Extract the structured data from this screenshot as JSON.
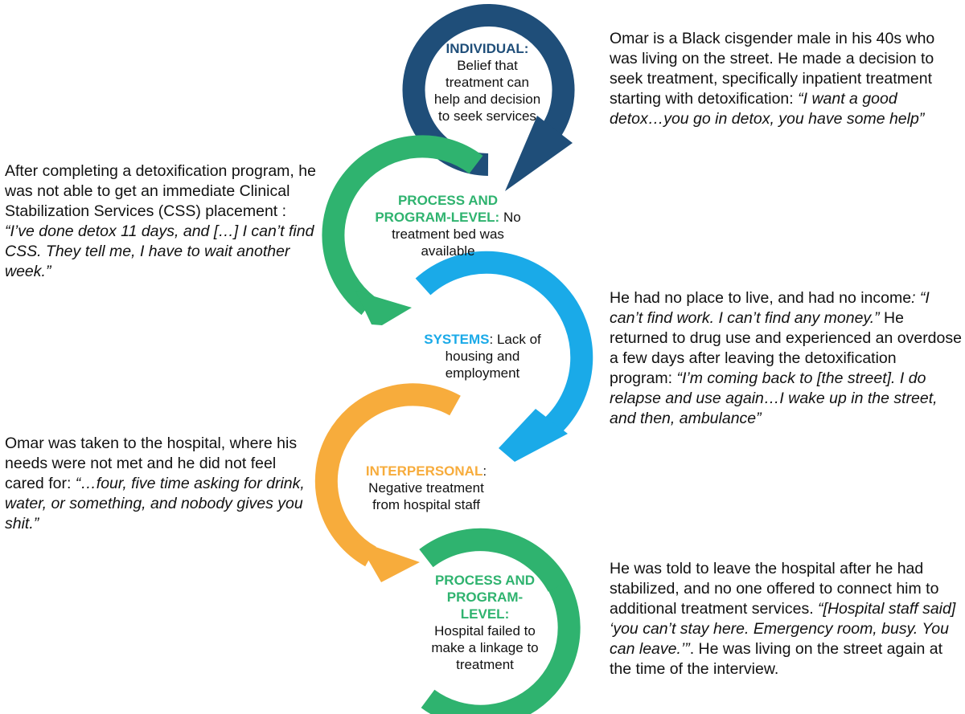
{
  "colors": {
    "individual": "#1F4E79",
    "process": "#2FB36F",
    "systems": "#1AAAE8",
    "interpersonal": "#F7AC3C"
  },
  "nodes": [
    {
      "label": "INDIVIDUAL",
      "sep": ":",
      "text": "Belief that treatment can help and decision to seek services",
      "color": "individual"
    },
    {
      "label": "PROCESS AND PROGRAM-LEVEL",
      "sep": ":",
      "text": "No treatment bed was available",
      "color": "process"
    },
    {
      "label": "SYSTEMS",
      "sep": ":",
      "text": "Lack of housing and employment",
      "color": "systems"
    },
    {
      "label": "INTERPERSONAL",
      "sep": ":",
      "text": "Negative treatment from hospital staff",
      "color": "interpersonal"
    },
    {
      "label": "PROCESS AND PROGRAM-LEVEL",
      "sep": ":",
      "text": "Hospital failed to make a linkage to treatment",
      "color": "process"
    }
  ],
  "stories": [
    {
      "plain": "Omar is a Black cisgender male in his 40s who was living on the street. He made a decision to seek treatment, specifically inpatient treatment starting with detoxification: ",
      "quote": "“I want a good detox…you go in detox, you have some help”",
      "after": ""
    },
    {
      "plain": "After completing a detoxification program, he was not able to get an immediate Clinical Stabilization Services (CSS) placement : ",
      "quote": "“I’ve done detox 11 days, and […] I can’t find CSS. They tell me, I have to wait another week.”",
      "after": ""
    },
    {
      "plain": "He had no place to live, and had no income",
      "quote": ": “I can’t find work. I can’t find any money.”",
      "after": " He returned to drug use and experienced an overdose a few days after leaving the detoxification program: ",
      "quote2": "“I’m coming back to [the street]. I do relapse and use again…I wake up in the street, and then, ambulance”"
    },
    {
      "plain": "Omar was taken to the hospital, where his needs were not met and he did not feel cared for: ",
      "quote": "“…four, five time asking for drink, water, or something, and nobody gives you shit.”",
      "after": ""
    },
    {
      "plain": "He was told to leave the hospital after he had stabilized, and no one offered to connect him to additional treatment services. ",
      "quote": "“[Hospital staff said] ‘you can’t stay here. Emergency room, busy. You can leave.’”",
      "after": ". He was living on the street again at the time of the interview."
    }
  ]
}
